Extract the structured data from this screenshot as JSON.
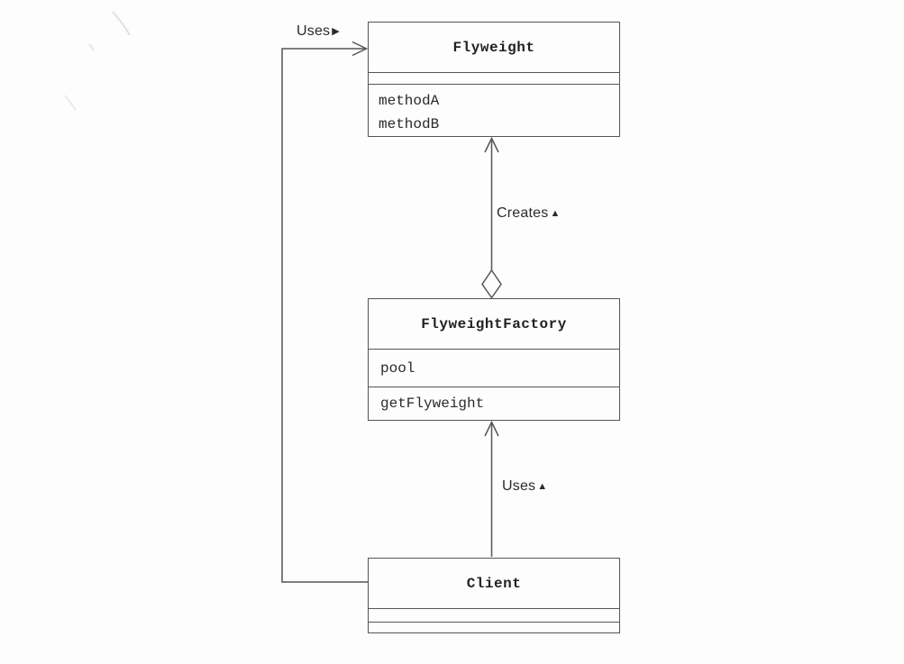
{
  "classes": {
    "flyweight": {
      "name": "Flyweight",
      "attributes": [],
      "methods": [
        "methodA",
        "methodB"
      ]
    },
    "factory": {
      "name": "FlyweightFactory",
      "attributes": [
        "pool"
      ],
      "methods": [
        "getFlyweight"
      ]
    },
    "client": {
      "name": "Client",
      "attributes": [],
      "methods": []
    }
  },
  "relations": {
    "client_uses_flyweight": {
      "text": "Uses",
      "glyph": "▶"
    },
    "factory_creates_flyweight": {
      "text": "Creates",
      "glyph": "▲"
    },
    "client_uses_factory": {
      "text": "Uses",
      "glyph": "▲"
    }
  },
  "colors": {
    "line": "#55555a",
    "class_text": "#222222",
    "label_text": "#2b2b2b",
    "background": "#fdfdfd"
  }
}
